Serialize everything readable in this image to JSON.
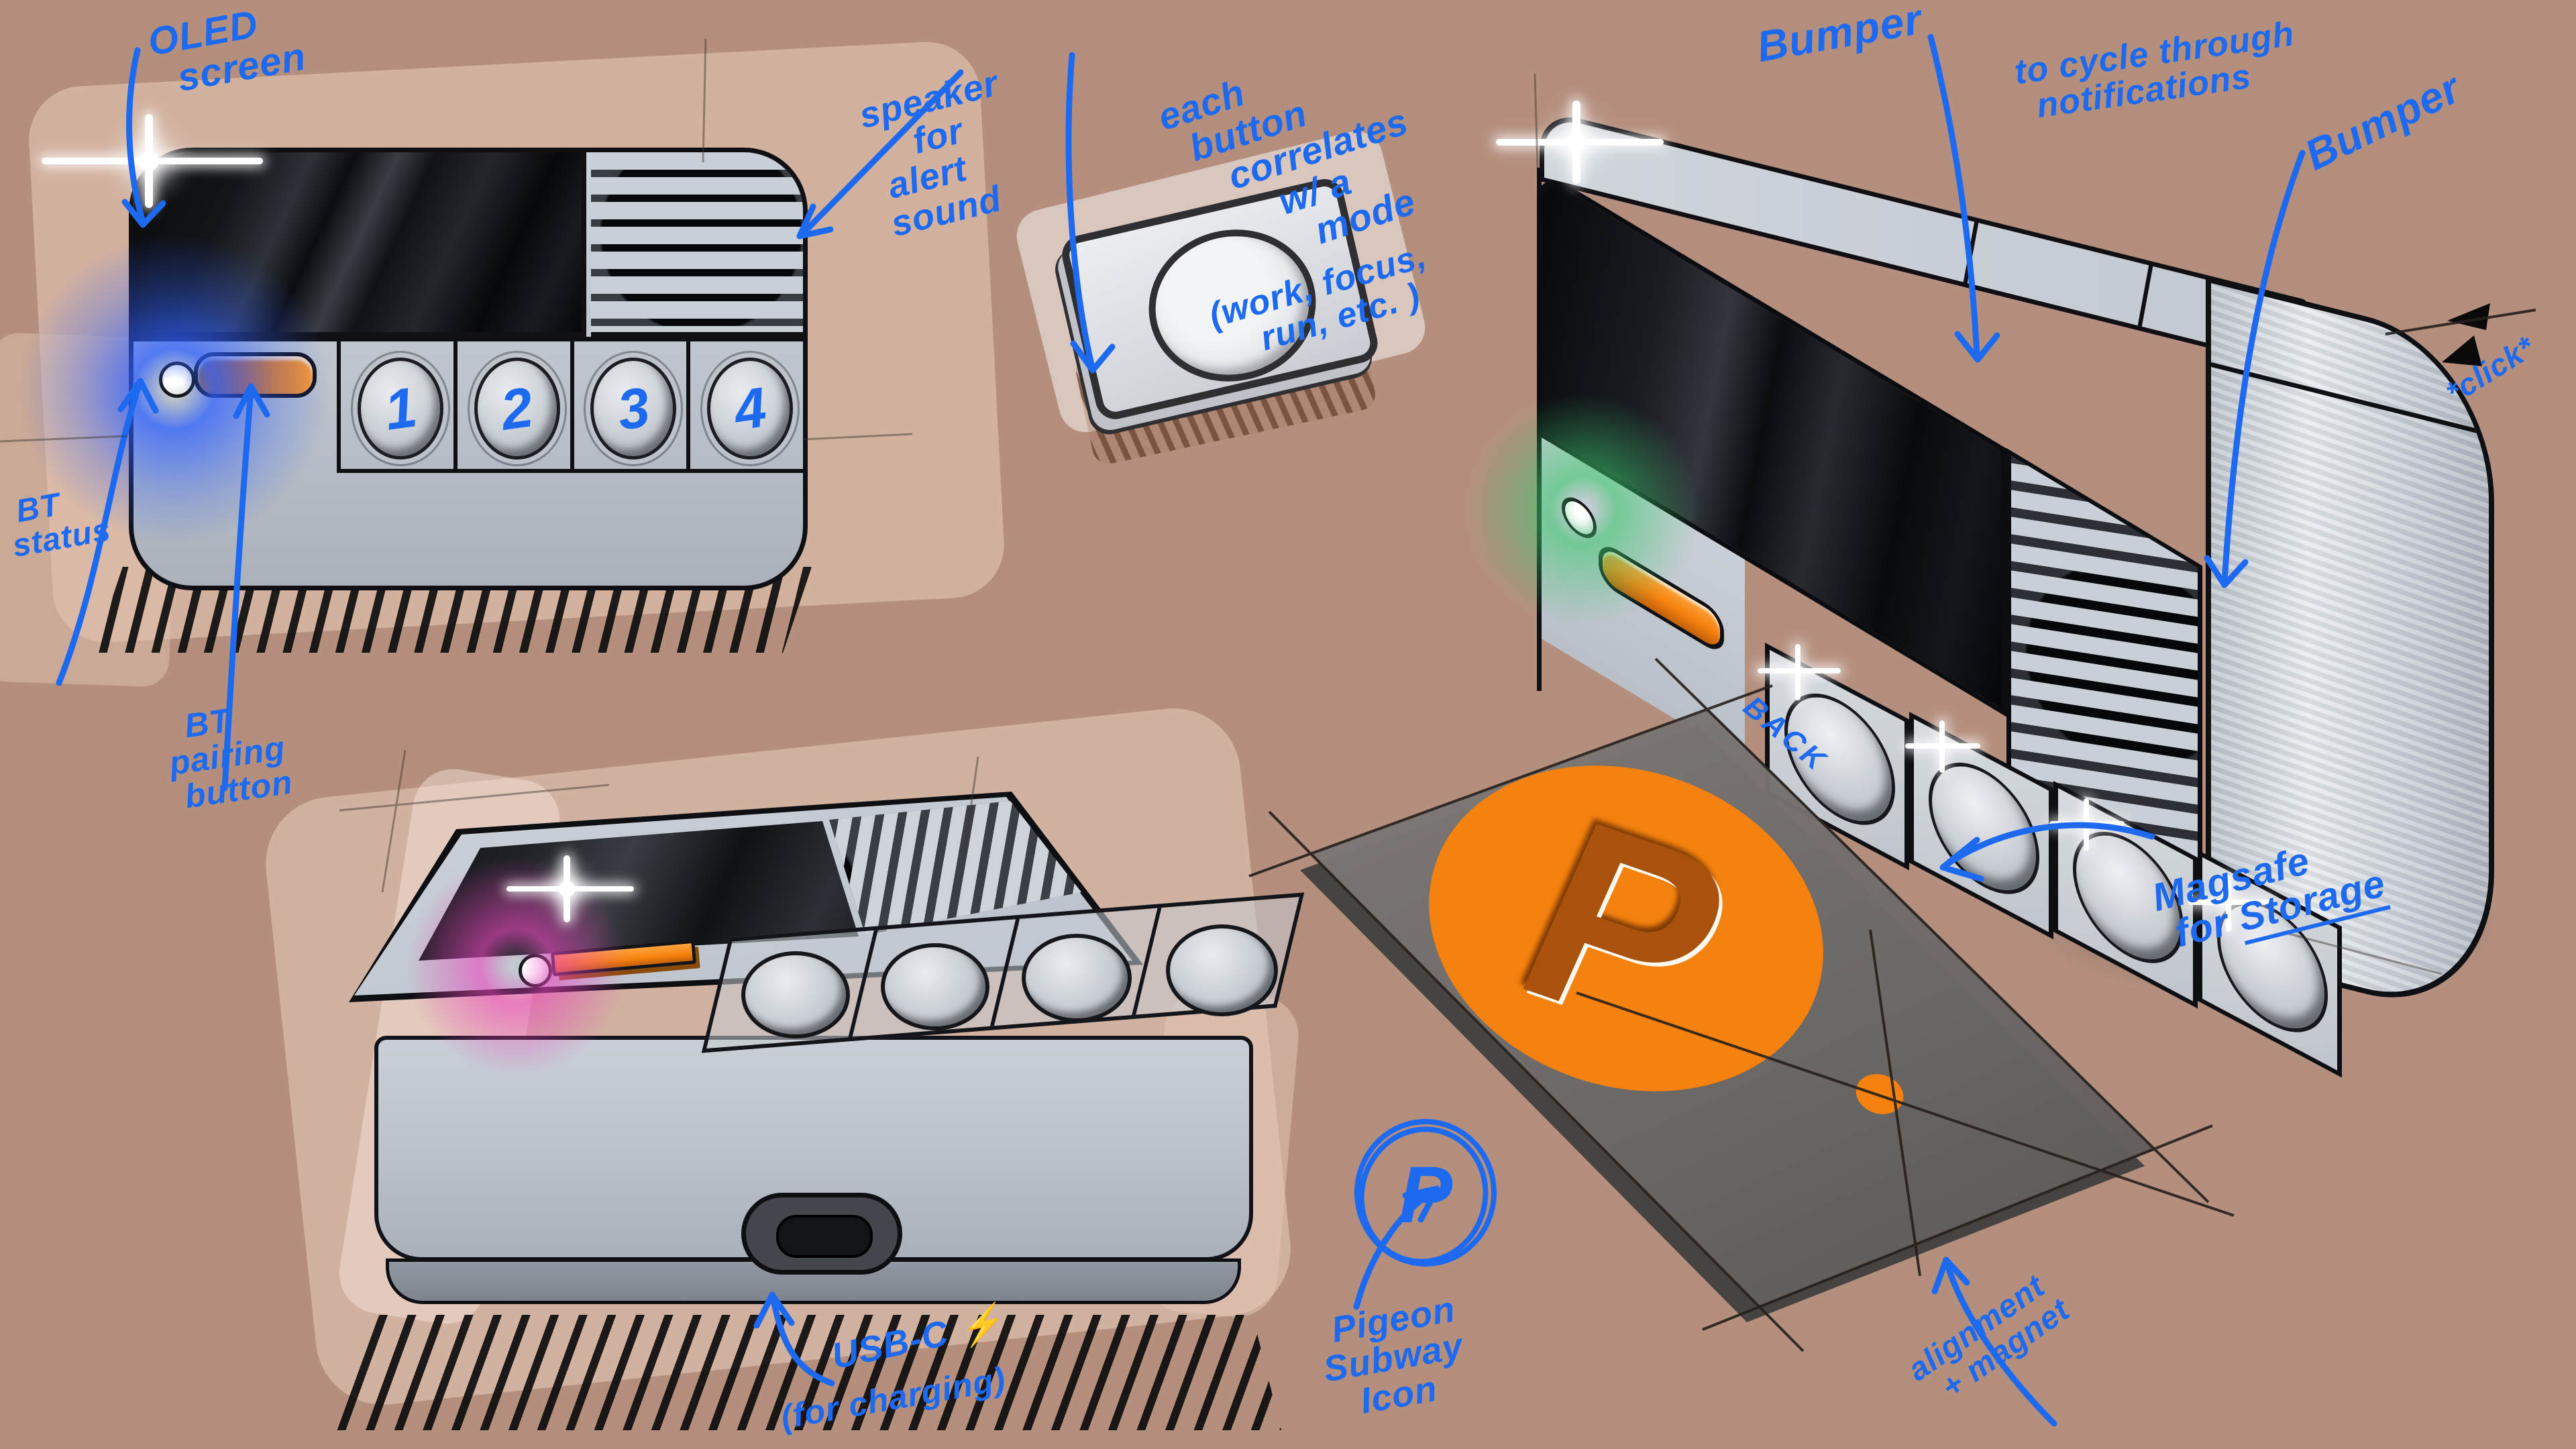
{
  "colors": {
    "background": "#b58f7e",
    "paper_sweep": "#e9ceba",
    "ink_blue": "#1d6af0",
    "device_body_gray": "#c6ccd4",
    "screen_black": "#0b0c10",
    "accent_orange": "#f5820e",
    "logo_letter_brown": "#a9520c",
    "panel_gray": "#726d6b",
    "glow_blue": "#2f60ff",
    "glow_green": "#3cc86e",
    "glow_magenta": "#eb46be",
    "hatch_black": "#0d0d0d"
  },
  "annotations": {
    "oled": {
      "lines": [
        "OLED",
        "screen"
      ]
    },
    "speaker": {
      "lines": [
        "speaker",
        "for",
        "alert",
        "sound"
      ]
    },
    "each_button": {
      "lines": [
        "each",
        "button",
        "correlates",
        "w/ a",
        "mode"
      ]
    },
    "each_button_paren": {
      "lines": [
        "(work, focus,",
        "run, etc. )"
      ]
    },
    "bumper_left": {
      "text": "Bumper"
    },
    "cycle": {
      "lines": [
        "to cycle through",
        "notifications"
      ]
    },
    "bumper_right": {
      "text": "Bumper"
    },
    "click": {
      "text": "*click*"
    },
    "bt_status": {
      "lines": [
        "BT",
        "status"
      ]
    },
    "bt_pairing": {
      "lines": [
        "BT",
        "pairing",
        "button"
      ]
    },
    "usb": {
      "text": "USB-C ⚡",
      "paren": "(for charging)"
    },
    "back": {
      "text": "BACK"
    },
    "magsafe": {
      "line1": "Magsafe",
      "line2_prefix": "for ",
      "line2_underlined": "Storage"
    },
    "alignment": {
      "lines": [
        "alignment",
        "+ magnet"
      ]
    },
    "pigeon": {
      "lines": [
        "Pigeon",
        "Subway",
        "Icon"
      ]
    }
  },
  "devices": {
    "front_view": {
      "button_labels": [
        "1",
        "2",
        "3",
        "4"
      ]
    }
  },
  "panel": {
    "logo_letter": "P",
    "circled_p": "P"
  }
}
